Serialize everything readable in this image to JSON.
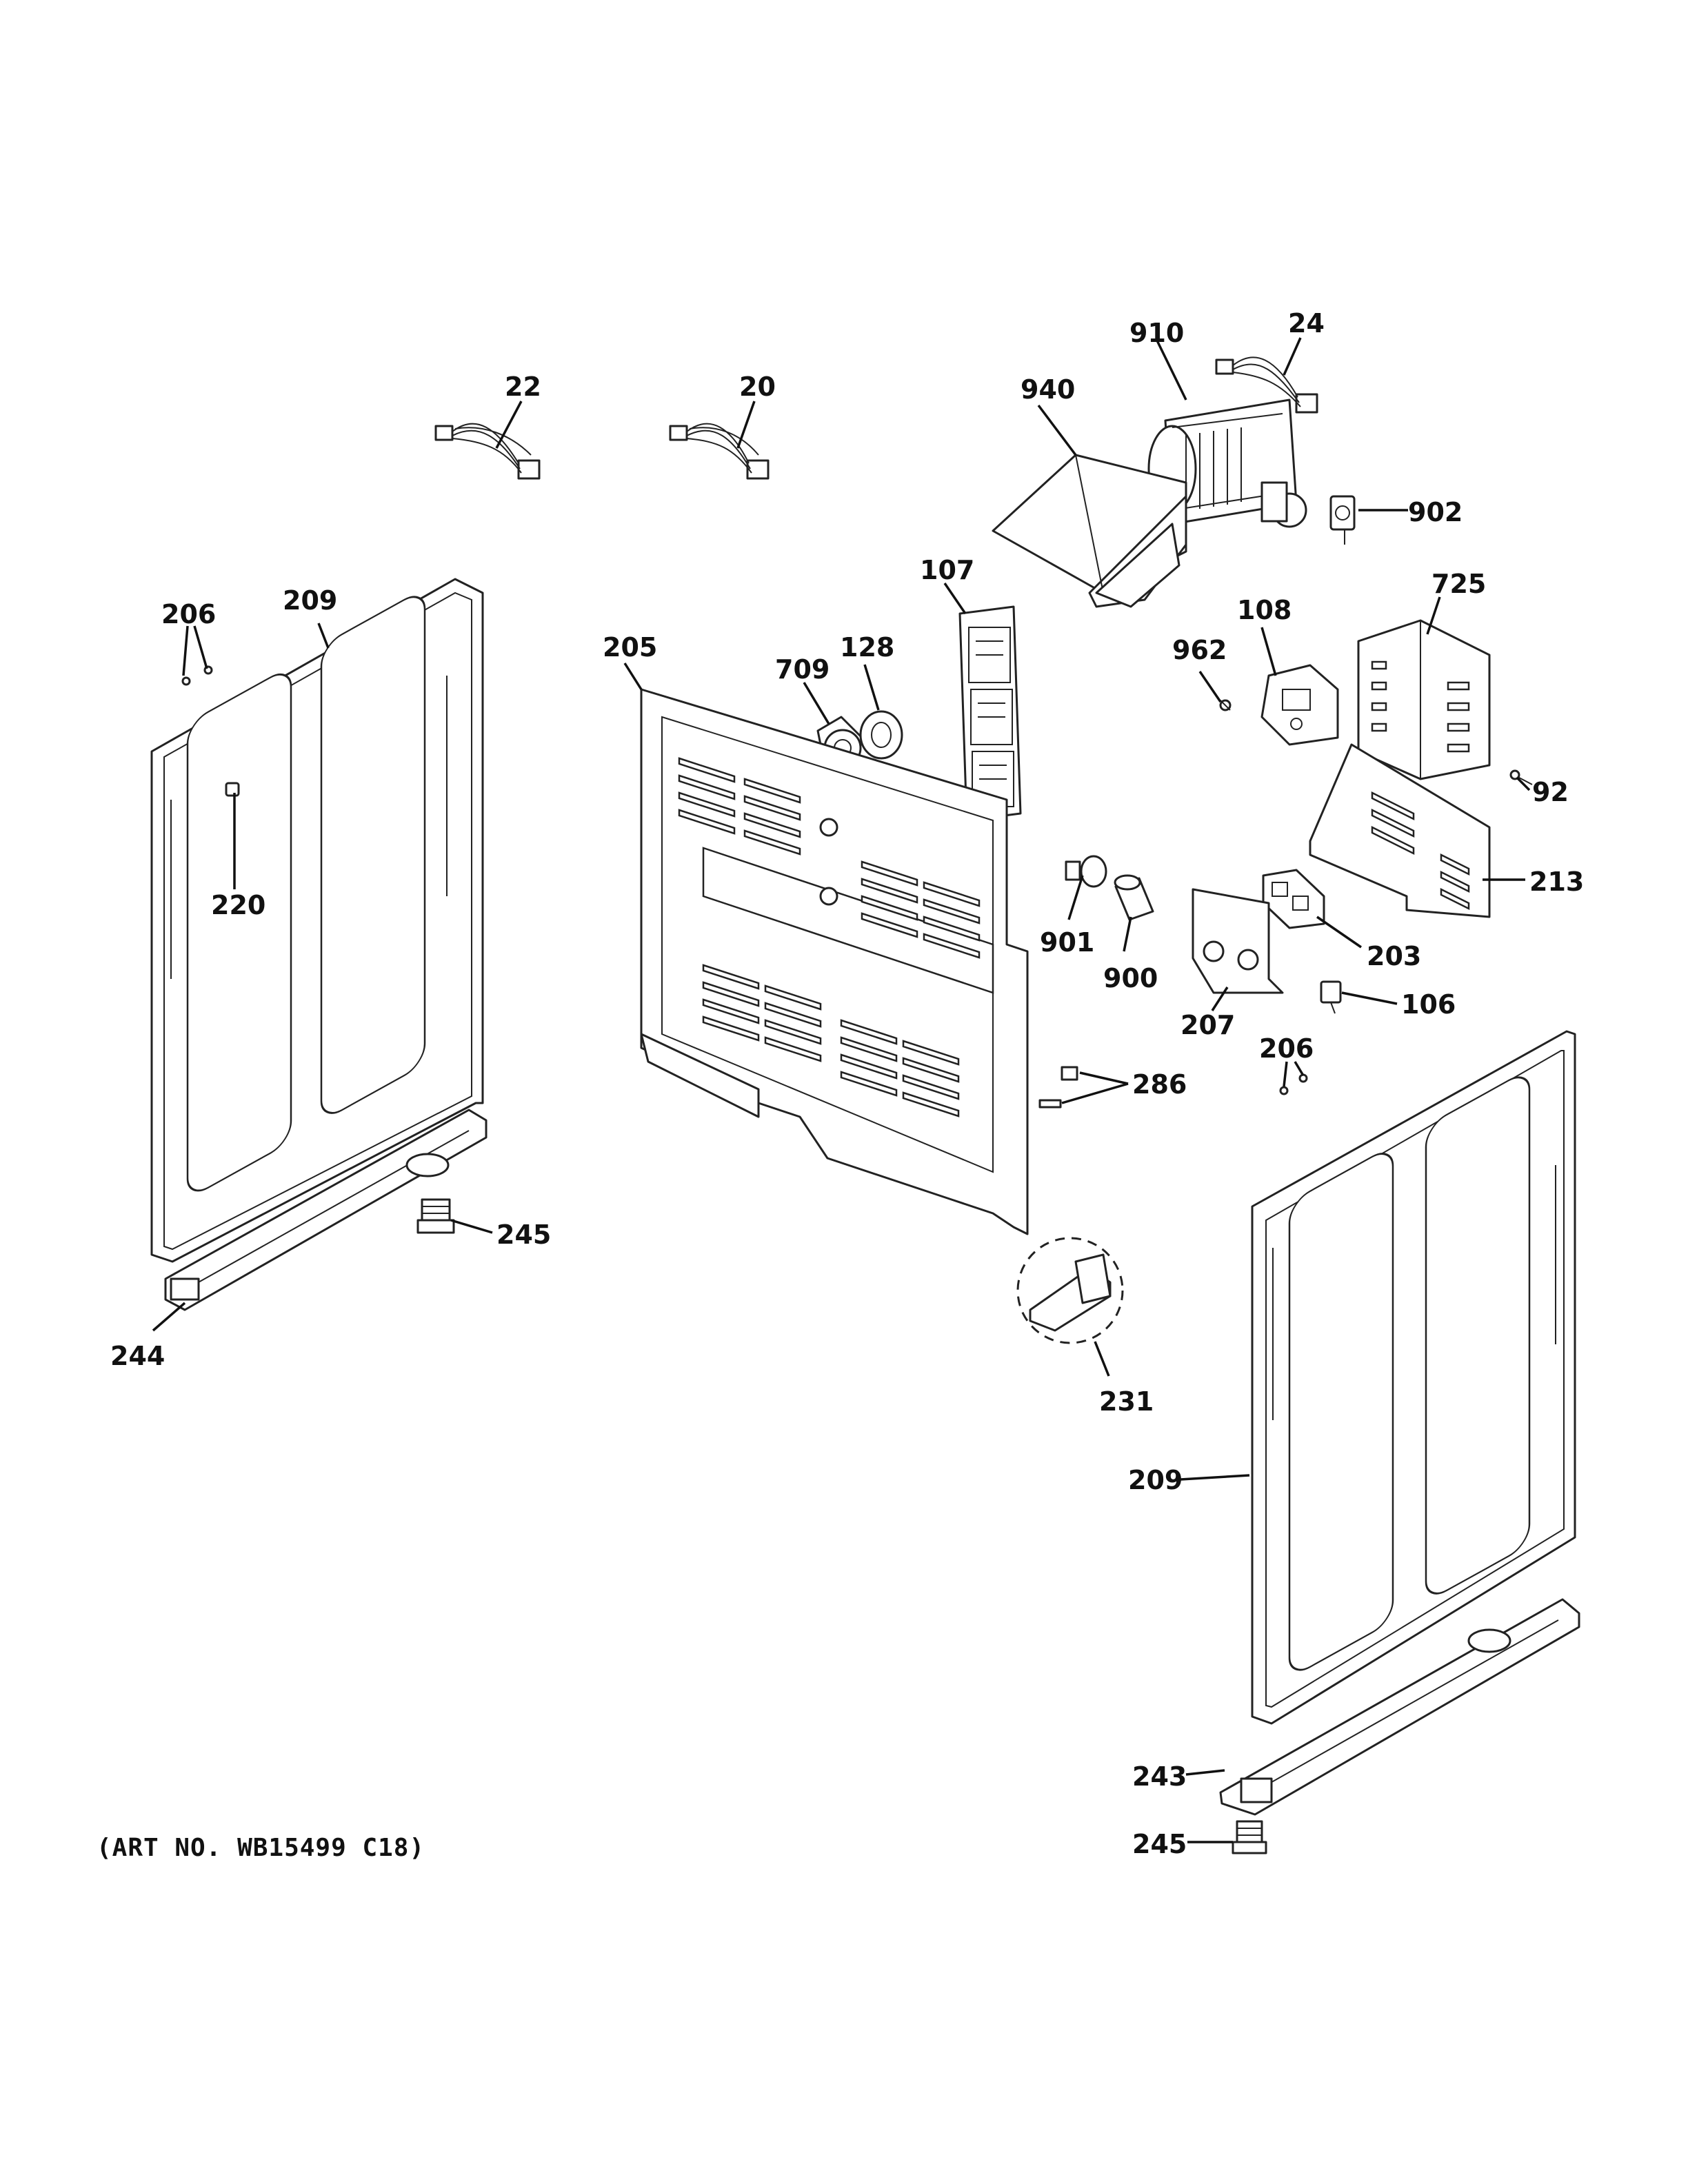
{
  "callouts": {
    "c22": "22",
    "c20": "20",
    "c910": "910",
    "c24": "24",
    "c940": "940",
    "c902": "902",
    "c107": "107",
    "c206a": "206",
    "c209a": "209",
    "c205": "205",
    "c709": "709",
    "c128": "128",
    "c108": "108",
    "c725": "725",
    "c962": "962",
    "c220": "220",
    "c92": "92",
    "c213": "213",
    "c901": "901",
    "c900": "900",
    "c203": "203",
    "c106": "106",
    "c207": "207",
    "c206b": "206",
    "c286": "286",
    "c245a": "245",
    "c244": "244",
    "c231": "231",
    "c209b": "209",
    "c243": "243",
    "c245b": "245"
  },
  "art_note": "(ART NO. WB15499 C18)"
}
